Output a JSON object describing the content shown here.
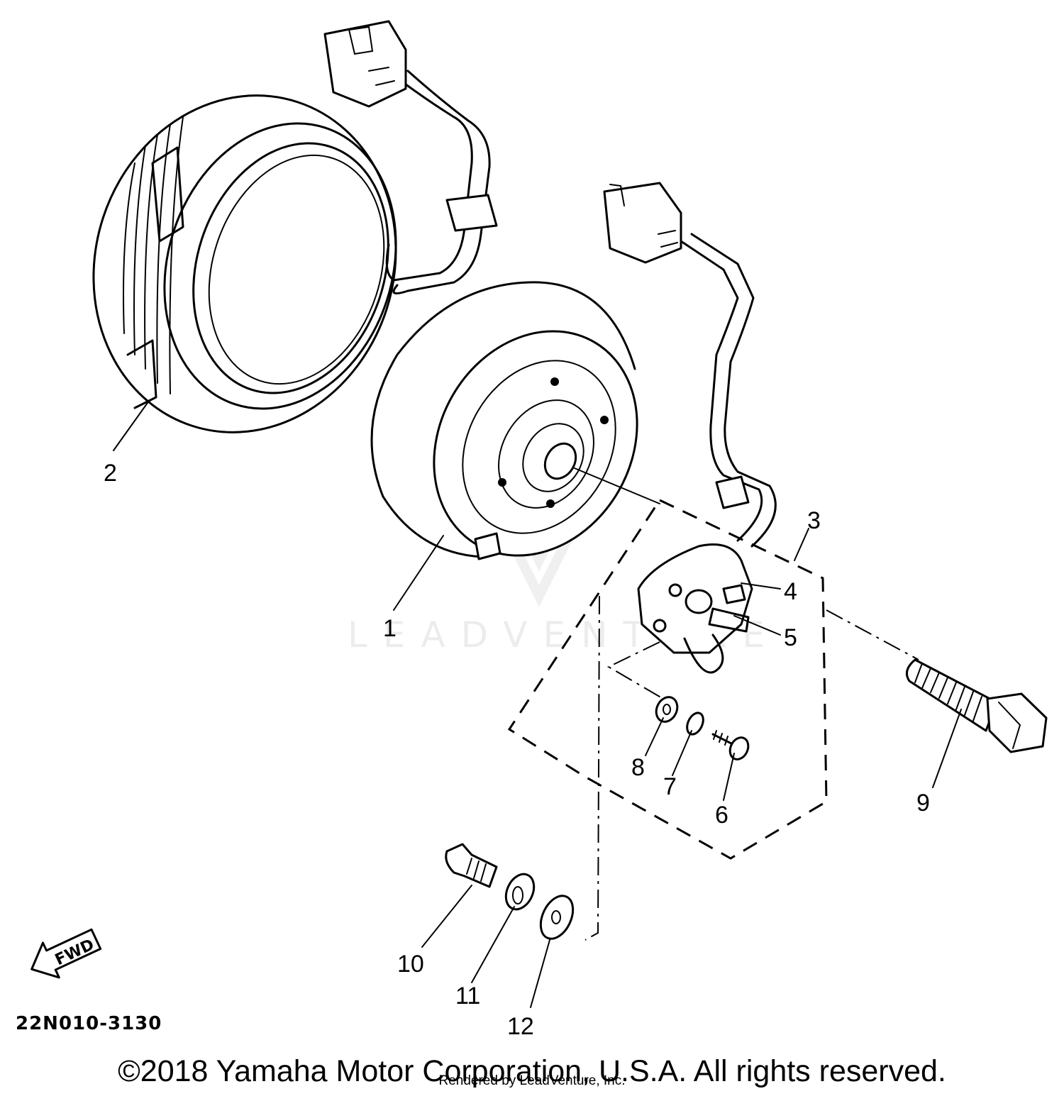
{
  "diagram": {
    "callouts": [
      {
        "id": "1",
        "label": "1"
      },
      {
        "id": "2",
        "label": "2"
      },
      {
        "id": "3",
        "label": "3"
      },
      {
        "id": "4",
        "label": "4"
      },
      {
        "id": "5",
        "label": "5"
      },
      {
        "id": "6",
        "label": "6"
      },
      {
        "id": "7",
        "label": "7"
      },
      {
        "id": "8",
        "label": "8"
      },
      {
        "id": "9",
        "label": "9"
      },
      {
        "id": "10",
        "label": "10"
      },
      {
        "id": "11",
        "label": "11"
      },
      {
        "id": "12",
        "label": "12"
      }
    ],
    "direction_arrow": "FWD",
    "reference_code": "22N010-3130",
    "watermark": "LEADVENTURE",
    "copyright": "©2018 Yamaha Motor Corporation, U.S.A. All rights reserved.",
    "rendered_by": "Rendered by LeadVenture, Inc."
  }
}
